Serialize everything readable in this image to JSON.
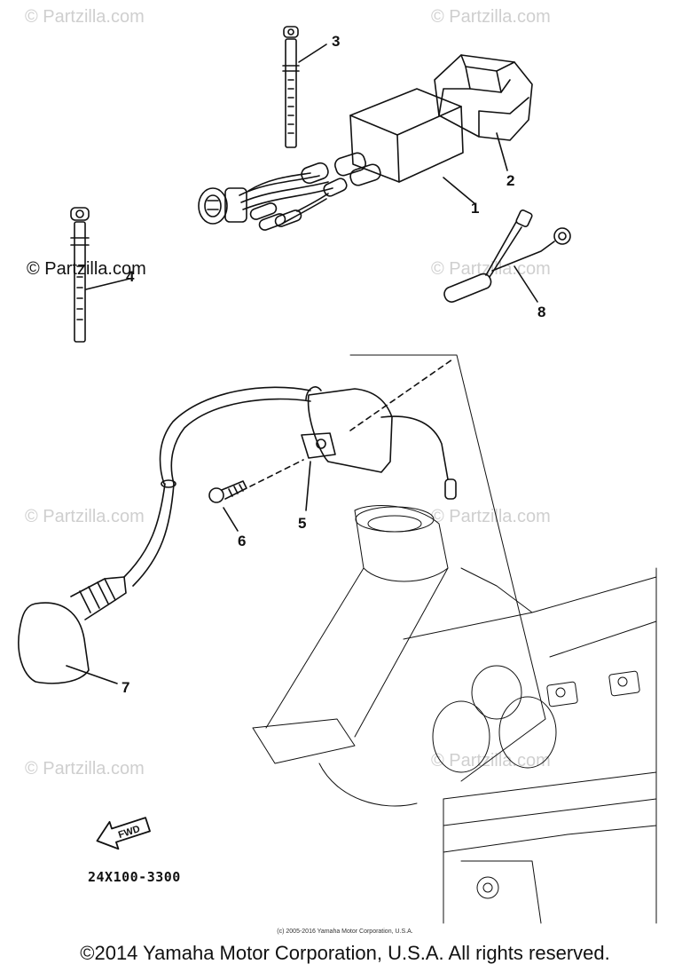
{
  "watermark_text": "© Partzilla.com",
  "callouts": {
    "c1": "1",
    "c2": "2",
    "c3": "3",
    "c4": "4",
    "c5": "5",
    "c6": "6",
    "c7": "7",
    "c8": "8"
  },
  "forward_arrow_label": "FWD",
  "drawing_code": "24X100-3300",
  "copyright_small": "(c) 2005-2016 Yamaha Motor Corporation, U.S.A.",
  "copyright_main": "©2014 Yamaha Motor Corporation, U.S.A. All rights reserved."
}
